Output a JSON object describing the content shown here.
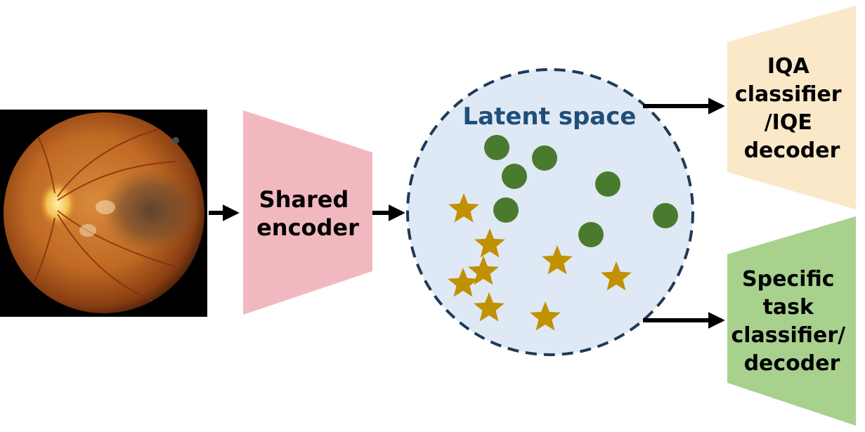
{
  "encoder": {
    "lines": [
      "Shared",
      "encoder"
    ],
    "color": "#F2B8C0"
  },
  "latent": {
    "title": "Latent space",
    "title_color": "#1F4E79",
    "fill": "#DEE9F5",
    "border": "#1F3A57"
  },
  "iqa_head": {
    "lines": [
      "IQA",
      "classifier",
      "/IQE",
      "decoder"
    ],
    "color": "#FAE8C8"
  },
  "task_head": {
    "lines": [
      "Specific",
      "task",
      "classifier/",
      "decoder"
    ],
    "color": "#A9D18E"
  },
  "markers": {
    "circle_color": "#4A7A2E",
    "star_color": "#C09100"
  }
}
